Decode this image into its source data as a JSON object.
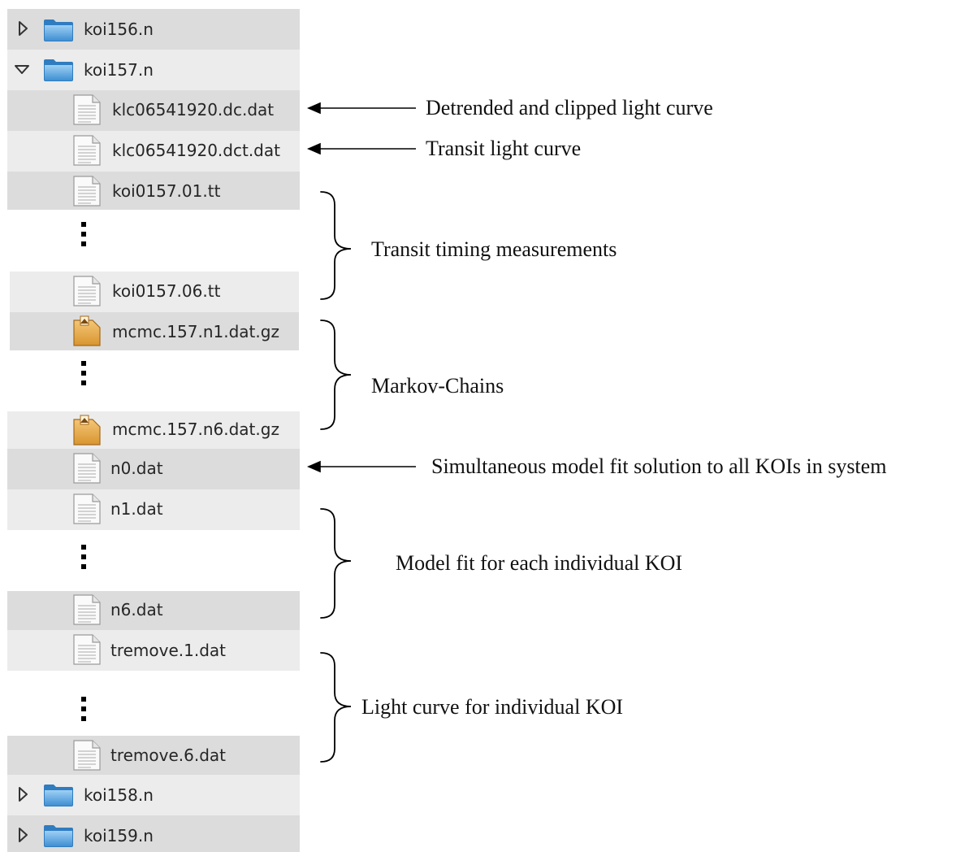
{
  "tree": {
    "items": [
      {
        "name": "koi156.n",
        "kind": "folder",
        "state": "collapsed"
      },
      {
        "name": "koi157.n",
        "kind": "folder",
        "state": "expanded"
      },
      {
        "name": "klc06541920.dc.dat",
        "kind": "text-file"
      },
      {
        "name": "klc06541920.dct.dat",
        "kind": "text-file"
      },
      {
        "name": "koi0157.01.tt",
        "kind": "text-file"
      },
      {
        "name": "koi0157.06.tt",
        "kind": "text-file"
      },
      {
        "name": "mcmc.157.n1.dat.gz",
        "kind": "archive-file"
      },
      {
        "name": "mcmc.157.n6.dat.gz",
        "kind": "archive-file"
      },
      {
        "name": "n0.dat",
        "kind": "text-file"
      },
      {
        "name": "n1.dat",
        "kind": "text-file"
      },
      {
        "name": "n6.dat",
        "kind": "text-file"
      },
      {
        "name": "tremove.1.dat",
        "kind": "text-file"
      },
      {
        "name": "tremove.6.dat",
        "kind": "text-file"
      },
      {
        "name": "koi158.n",
        "kind": "folder",
        "state": "collapsed"
      },
      {
        "name": "koi159.n",
        "kind": "folder",
        "state": "collapsed"
      }
    ]
  },
  "annotations": {
    "detrended": "Detrended and clipped light curve",
    "transit_lc": "Transit light curve",
    "timing": "Transit timing measurements",
    "chains": "Markov-Chains",
    "simultaneous": "Simultaneous model fit solution to all KOIs in system",
    "model_each": "Model fit for each individual KOI",
    "lc_each": "Light curve for individual KOI"
  },
  "colors": {
    "row_dark": "#dcdcdc",
    "row_light": "#ececec",
    "folder": "#3f8fd2",
    "archive": "#e0a44a"
  }
}
